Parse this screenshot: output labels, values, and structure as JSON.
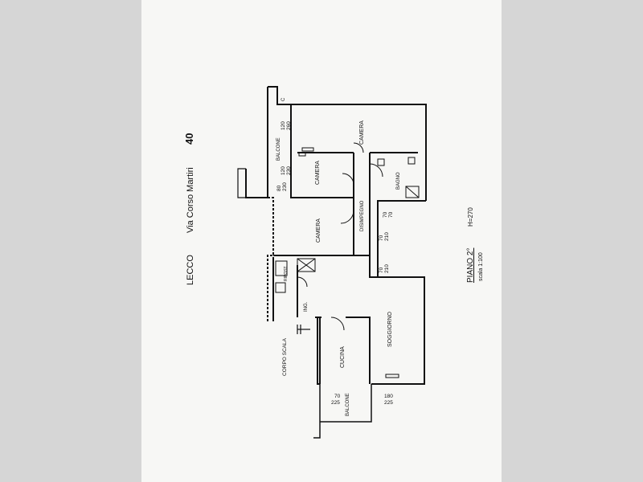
{
  "title": {
    "city": "LECCO",
    "address": "Via Corso Martiri",
    "number": "40"
  },
  "floor": {
    "label": "PIANO 2°",
    "height": "H=270",
    "scale": "scala 1:100"
  },
  "rooms": {
    "camera_large": "CAMERA",
    "camera_small": "CAMERA",
    "camera_mid": "CAMERA",
    "bagno": "BAGNO",
    "disimpegno": "DISIMPEGNO",
    "soggiorno": "SOGGIORNO",
    "cucina": "CUCINA",
    "ripostiglio": "RIPOST.",
    "ingresso": "ING.",
    "balcone_top": "BALCONE",
    "balcone_bottom": "BALCONE",
    "corpo_scala": "CORPO SCALA",
    "c_mark": "C"
  },
  "dimensions": {
    "d1": "120",
    "d2": "260",
    "d3": "120",
    "d4": "230",
    "d5": "80",
    "d6": "230",
    "d7": "70",
    "d8": "70",
    "d9": "70",
    "d10": "210",
    "d11": "70",
    "d12": "210",
    "d13": "70",
    "d14": "225",
    "d15": "180",
    "d16": "225"
  },
  "colors": {
    "ink": "#111111",
    "paper": "#f7f7f5",
    "background": "#d6d6d6"
  }
}
